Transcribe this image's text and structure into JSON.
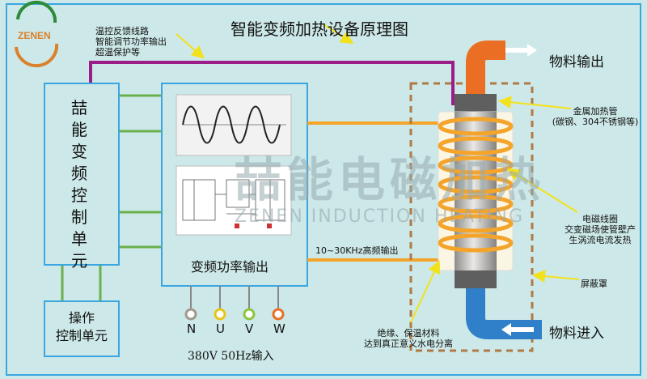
{
  "title": "智能变频加热设备原理图",
  "logo": {
    "text": "ZENEN",
    "color": "#d9822b"
  },
  "feedback_notes": [
    "温控反馈线路",
    "智能调节功率输出",
    "超温保护等"
  ],
  "control_unit": {
    "chars": [
      "喆",
      "能",
      "变",
      "频",
      "控",
      "制",
      "单",
      "元"
    ]
  },
  "operation_unit": {
    "lines": [
      "操作",
      "控制单元"
    ]
  },
  "power_output": {
    "label": "变频功率输出"
  },
  "hf_output_label": "10~30KHz高频输出",
  "phases": [
    {
      "label": "N",
      "color": "#a09a8c"
    },
    {
      "label": "U",
      "color": "#e8c515"
    },
    {
      "label": "V",
      "color": "#8cc63f"
    },
    {
      "label": "W",
      "color": "#ea6f24"
    }
  ],
  "mains_label": "380V  50Hz输入",
  "material_out": "物料输出",
  "material_in": "物料进入",
  "metal_tube_notes": [
    "金属加热管",
    "(碳钢、304不锈钢等)"
  ],
  "coil_notes": [
    "电磁线圈",
    "交变磁场使管壁产",
    "生涡流电流发热"
  ],
  "shield_note": "屏蔽罩",
  "insulation_notes": [
    "绝缘、保温材料",
    "达到真正意义水电分离"
  ],
  "watermark": {
    "cn": "喆能电磁加热",
    "en": "ZENEN INDUCTION HEATING"
  },
  "colors": {
    "pipe_out": "#ea6f24",
    "pipe_in": "#2f80c8",
    "coil": "#f4a42a",
    "feedback": "#9b1d87",
    "box_border": "#3aa6e0",
    "green_wire": "#6ab04c"
  }
}
